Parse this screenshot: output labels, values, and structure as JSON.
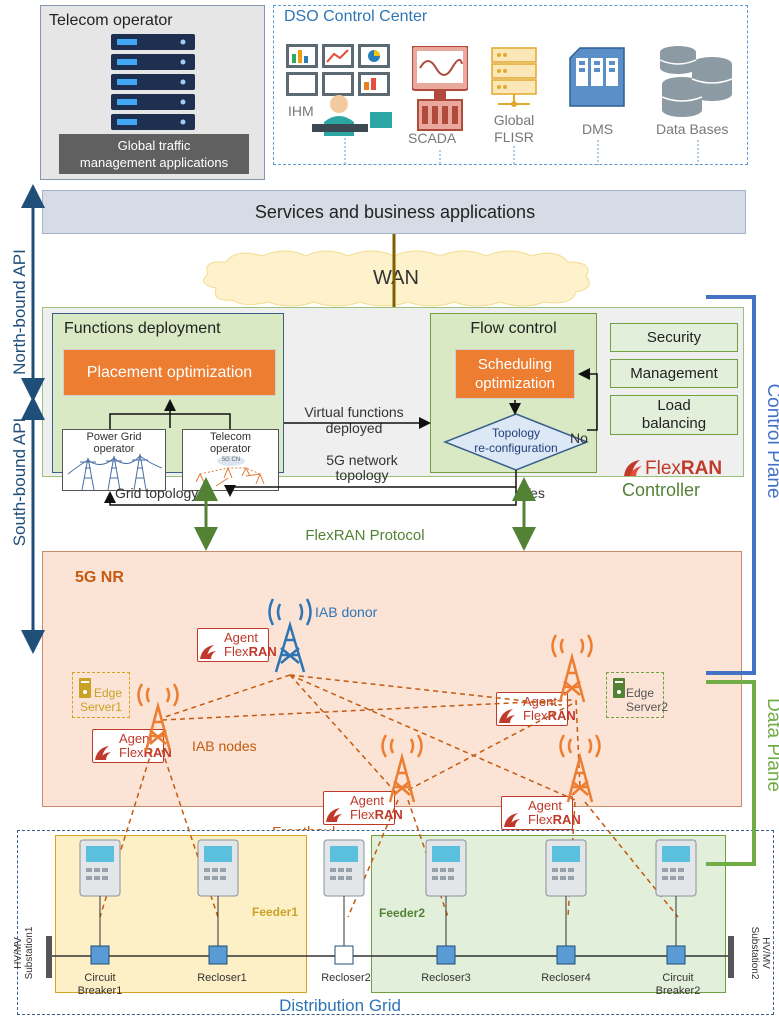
{
  "telecom": {
    "title": "Telecom operator",
    "apps": "Global traffic\nmanagement applications"
  },
  "dso": {
    "title": "DSO Control Center",
    "items": [
      "IHM",
      "SCADA",
      "Global\nFLISR",
      "DMS",
      "Data Bases"
    ]
  },
  "services": "Services and business applications",
  "wan": "WAN",
  "api": {
    "north": "North-bound API",
    "south": "South-bound API"
  },
  "functions": {
    "title": "Functions deployment",
    "placement": "Placement optimization",
    "power_grid": "Power Grid\noperator",
    "telecom_op": "Telecom\noperator",
    "core_label": "5G CN"
  },
  "flow": {
    "title": "Flow control",
    "scheduling": "Scheduling\noptimization",
    "topology": "Topology\nre-configuration",
    "no": "No",
    "yes": "Yes"
  },
  "virtual_functions": "Virtual functions\ndeployed",
  "network_topology": "5G network\ntopology",
  "grid_topology": "Grid topology",
  "side_modules": [
    "Security",
    "Management",
    "Load\nbalancing"
  ],
  "flexran": {
    "brand_a": "Flex",
    "brand_b": "RAN",
    "controller": "Controller",
    "protocol": "FlexRAN Protocol"
  },
  "control_plane": "Control Plane",
  "data_plane": "Data Plane",
  "nr": {
    "title": "5G NR",
    "iab_donor": "IAB donor",
    "iab_nodes": "IAB nodes",
    "fronthaul": "Fronthaul",
    "edge1": "Edge\nServer1",
    "edge2": "Edge\nServer2",
    "agent": "Agent",
    "agent_brand_a": "Flex",
    "agent_brand_b": "RAN"
  },
  "grid": {
    "title": "Distribution Grid",
    "feeder1": "Feeder1",
    "feeder2": "Feeder2",
    "sub1": "HV/MV\nSubstation1",
    "sub2": "HV/MV\nSubstation2",
    "devices": [
      "Circuit\nBreaker1",
      "Recloser1",
      "Recloser2",
      "Recloser3",
      "Recloser4",
      "Circuit\nBreaker2"
    ]
  },
  "colors": {
    "green_box": "#d8e9c4",
    "green_border": "#70a040",
    "orange": "#ed7d31",
    "nr_bg": "#fbe4d5",
    "blue_plane": "#4472c4",
    "green_plane": "#70ad47",
    "services_bg": "#d5dce8",
    "navy": "#1f4e79"
  }
}
